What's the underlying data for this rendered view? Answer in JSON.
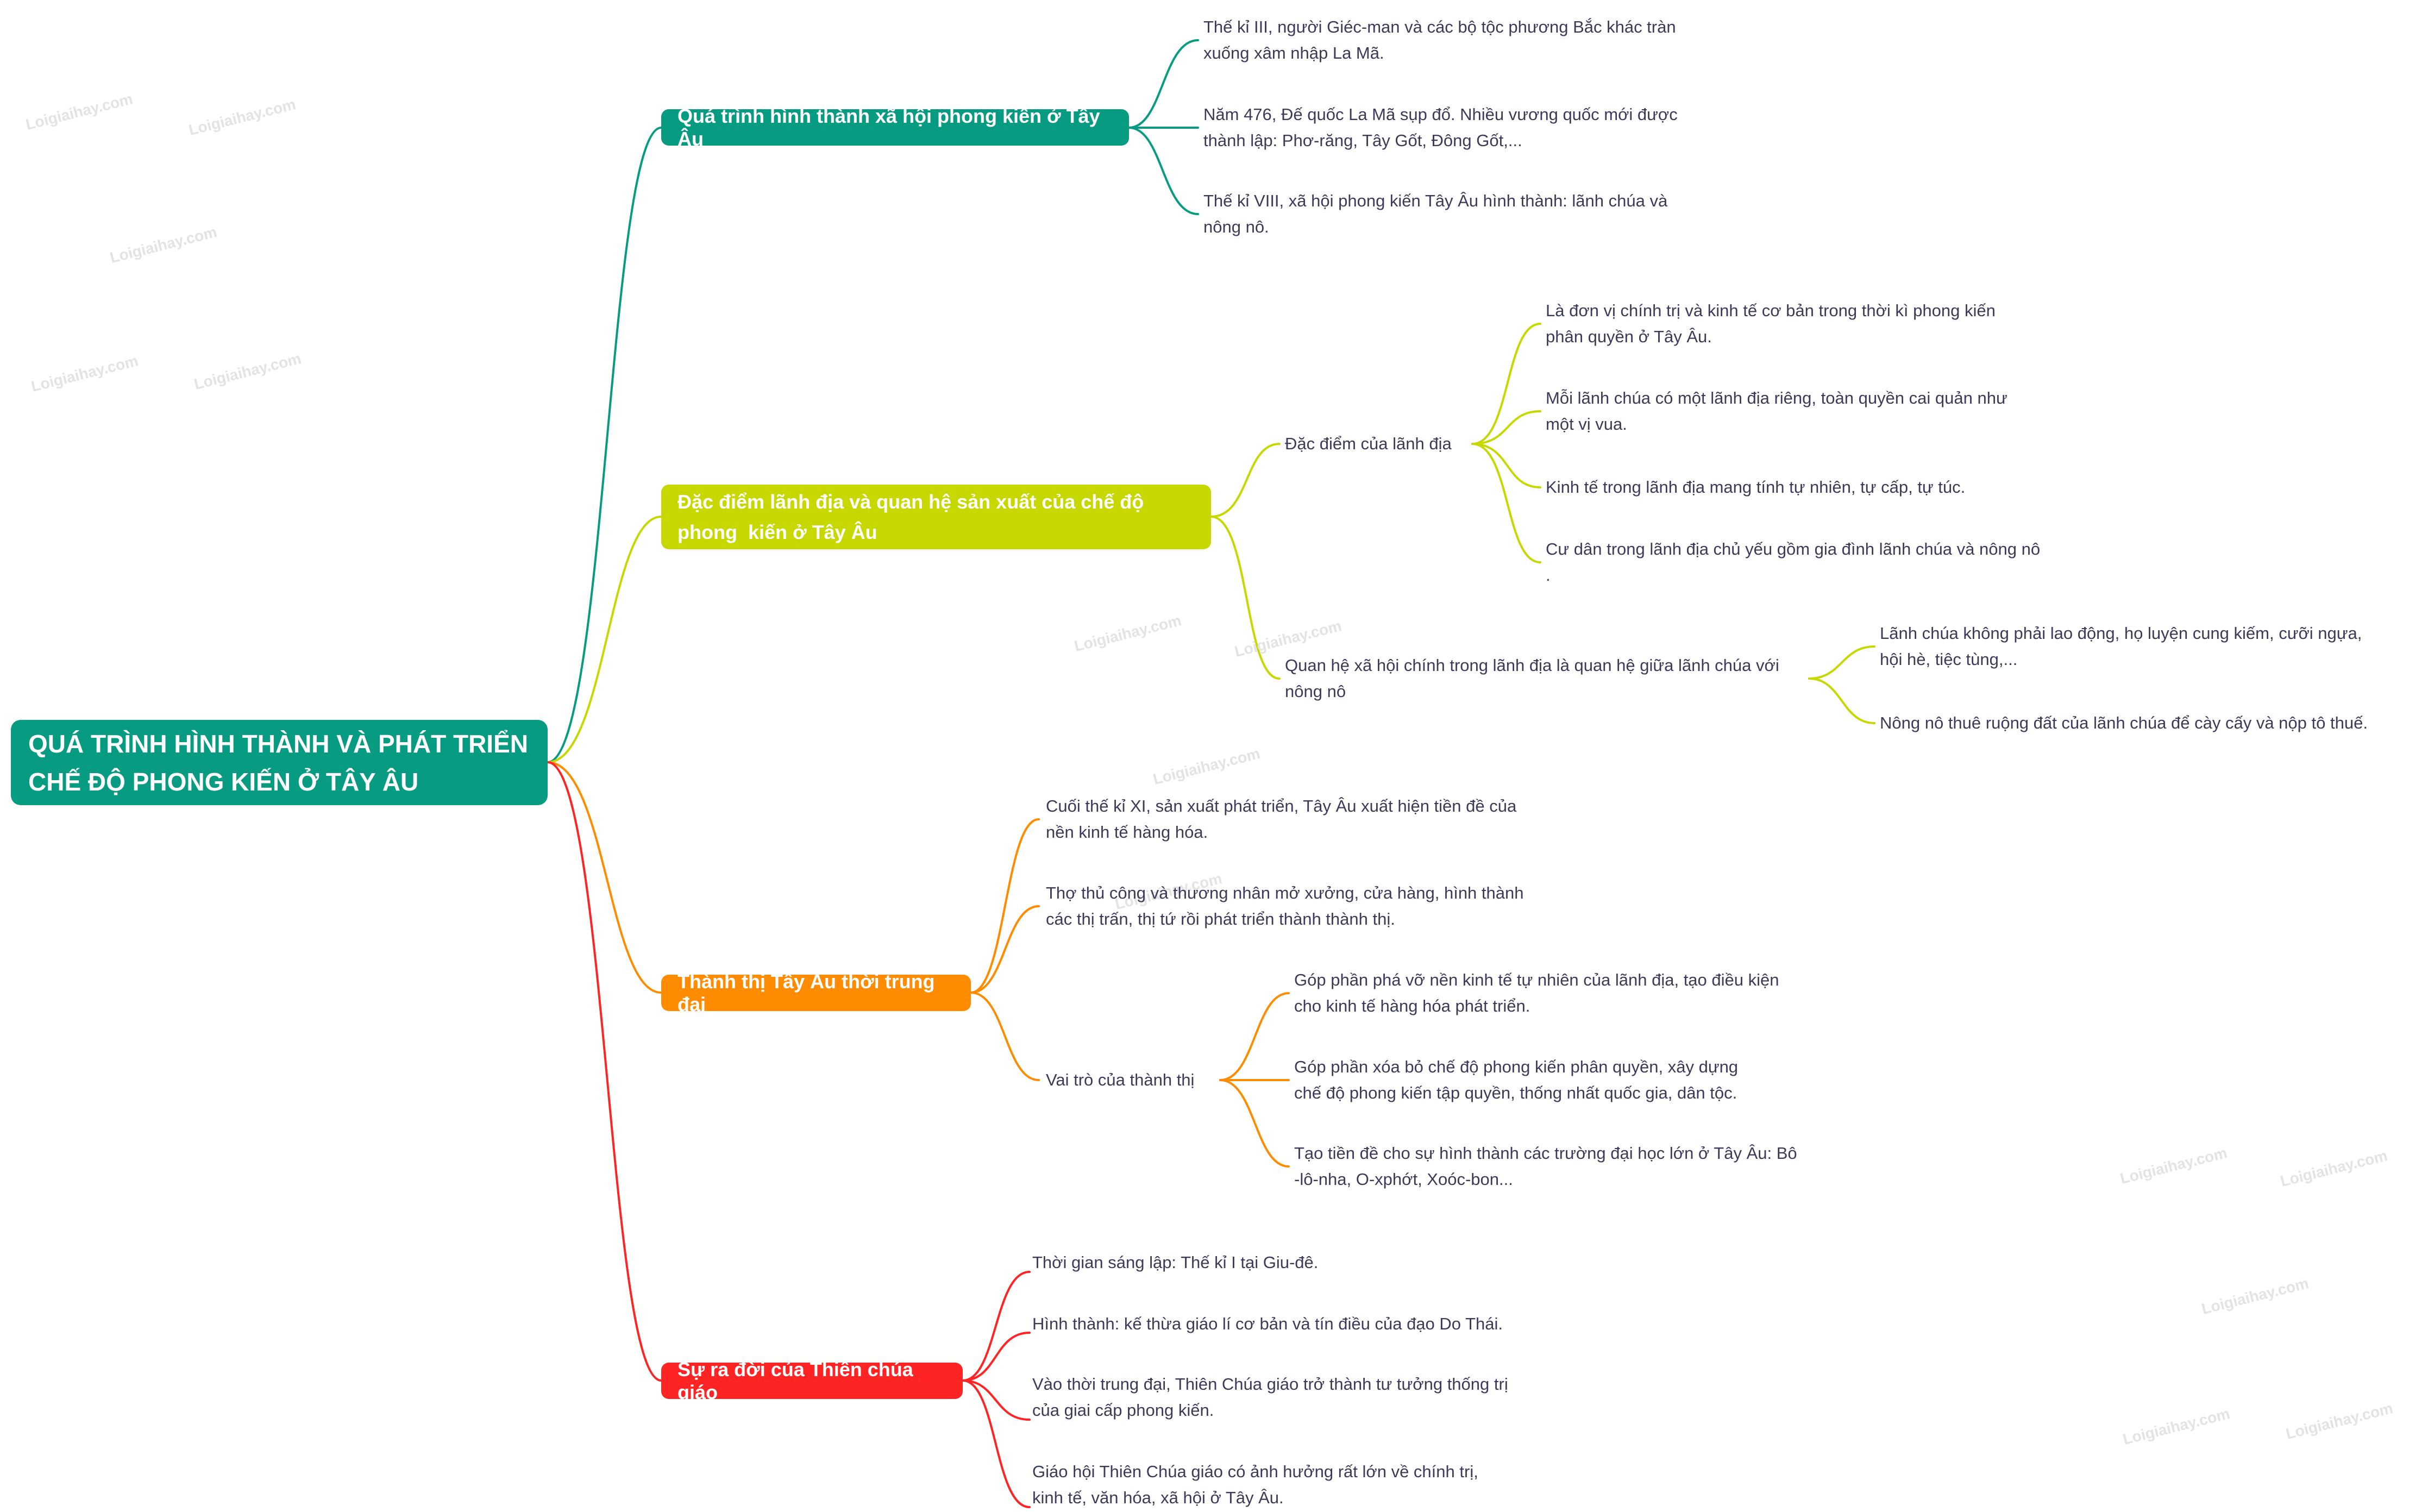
{
  "colors": {
    "root": "#079b82",
    "branch_1": "#079b82",
    "branch_2": "#c7d800",
    "branch_3": "#ff8c00",
    "branch_4": "#ff2424",
    "text": "#3a3a5a"
  },
  "root": {
    "line1": "QUÁ TRÌNH HÌNH THÀNH VÀ PHÁT TRIỂN",
    "line2": "CHẾ ĐỘ PHONG KIẾN Ở TÂY ÂU"
  },
  "branch_1": {
    "title": "Quá trình hình thành xã hội phong kiến ở Tây Âu",
    "items": [
      [
        "Thế kỉ III, người Giéc-man và các bộ tộc phương Bắc khác tràn",
        "xuống xâm nhập La Mã."
      ],
      [
        "Năm 476, Đế quốc La Mã sụp đổ. Nhiều vương quốc mới được",
        "thành lập: Phơ-răng, Tây Gốt, Đông Gốt,..."
      ],
      [
        "Thế kỉ VIII, xã hội phong kiến Tây Âu hình thành: lãnh chúa và",
        "nông nô."
      ]
    ]
  },
  "branch_2": {
    "title_line1": "Đặc điểm lãnh địa và quan hệ sản xuất của chế độ",
    "title_line2": "phong  kiến ở Tây Âu",
    "sub_1": {
      "label": "Đặc điểm của lãnh địa",
      "items": [
        [
          "Là đơn vị chính trị và kinh tế cơ bản trong thời kì phong kiến",
          "phân quyền ở Tây Âu."
        ],
        [
          "Mỗi lãnh chúa có một lãnh địa riêng, toàn quyền cai quản như",
          "một vị vua."
        ],
        [
          "Kinh tế trong lãnh địa mang tính tự nhiên, tự cấp, tự túc."
        ],
        [
          "Cư dân trong lãnh địa chủ yếu gồm gia đình lãnh chúa và nông nô",
          "."
        ]
      ]
    },
    "sub_2": {
      "label_line1": "Quan hệ xã hội chính trong lãnh địa là quan hệ giữa lãnh chúa với",
      "label_line2": "nông nô",
      "items": [
        [
          "Lãnh chúa không phải lao động, họ luyện cung kiếm, cưỡi ngựa,",
          "hội hè, tiệc tùng,..."
        ],
        [
          "Nông nô thuê ruộng đất của lãnh chúa để cày cấy và nộp tô thuế."
        ]
      ]
    }
  },
  "branch_3": {
    "title": "Thành thị Tây Âu thời trung đại",
    "items": [
      [
        "Cuối thế kỉ XI, sản xuất phát triển, Tây Âu xuất hiện tiền đề của",
        "nền kinh tế hàng hóa."
      ],
      [
        "Thợ thủ công và thương nhân mở xưởng, cửa hàng, hình thành",
        "các thị trấn, thị tứ rồi phát triển thành thành thị."
      ]
    ],
    "sub": {
      "label": "Vai trò của thành thị",
      "items": [
        [
          "Góp phần phá vỡ nền kinh tế tự nhiên của lãnh địa, tạo điều kiện",
          "cho kinh tế hàng hóa phát triển."
        ],
        [
          "Góp phần xóa bỏ chế độ phong kiến phân quyền, xây dựng",
          "chế độ phong kiến tập quyền, thống nhất quốc gia, dân tộc."
        ],
        [
          "Tạo tiền đề cho sự hình thành các trường đại học lớn ở Tây Âu: Bô",
          "-lô-nha, O-xphớt, Xoóc-bon..."
        ]
      ]
    }
  },
  "branch_4": {
    "title": "Sự ra đời của Thiên chúa giáo",
    "items": [
      [
        "Thời gian sáng lập: Thế kỉ I tại Giu-đê."
      ],
      [
        "Hình thành: kế thừa giáo lí cơ bản và tín điều của đạo Do Thái."
      ],
      [
        "Vào thời trung đại, Thiên Chúa giáo trở thành tư tưởng thống trị",
        "của giai cấp phong kiến."
      ],
      [
        "Giáo hội Thiên Chúa giáo có ảnh hưởng rất lớn về chính trị,",
        "kinh tế, văn hóa, xã hội ở Tây Âu."
      ]
    ]
  },
  "watermark": "Loigiaihay.com"
}
